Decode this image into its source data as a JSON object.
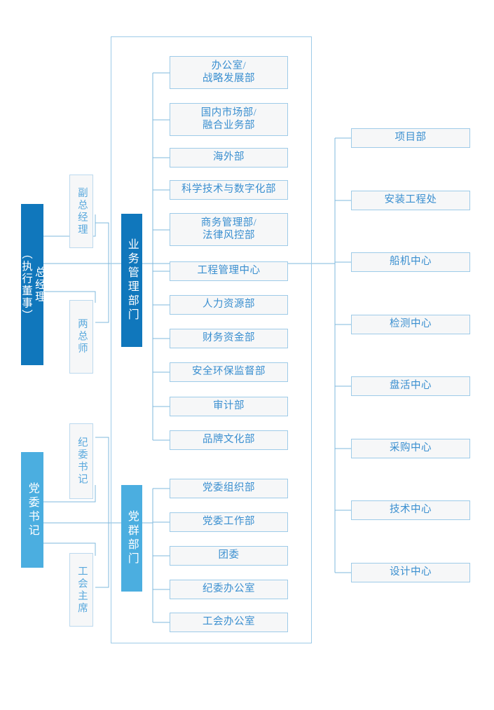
{
  "diagram": {
    "title": "组织架构图",
    "colors": {
      "banner_primary": "#1077BC",
      "banner_secondary": "#4BAEE0",
      "box_border": "#9ecbe8",
      "box_fill": "#f6f7f8",
      "text_blue": "#3a8fd0",
      "line": "#7fb9de"
    }
  },
  "executive": {
    "label": "总经理\n（执行董事）"
  },
  "party_secretary": {
    "label": "党委书记"
  },
  "officers": [
    {
      "label": "副总经理"
    },
    {
      "label": "两总师"
    },
    {
      "label": "纪委书记"
    },
    {
      "label": "工会主席"
    }
  ],
  "groups": [
    {
      "label": "业务管理部门"
    },
    {
      "label": "党群部门"
    }
  ],
  "business_departments": [
    {
      "label": "办公室/\n战略发展部"
    },
    {
      "label": "国内市场部/\n融合业务部"
    },
    {
      "label": "海外部"
    },
    {
      "label": "科学技术与数字化部"
    },
    {
      "label": "商务管理部/\n法律风控部"
    },
    {
      "label": "工程管理中心"
    },
    {
      "label": "人力资源部"
    },
    {
      "label": "财务资金部"
    },
    {
      "label": "安全环保监督部"
    },
    {
      "label": "审计部"
    },
    {
      "label": "品牌文化部"
    }
  ],
  "party_departments": [
    {
      "label": "党委组织部"
    },
    {
      "label": "党委工作部"
    },
    {
      "label": "团委"
    },
    {
      "label": "纪委办公室"
    },
    {
      "label": "工会办公室"
    }
  ],
  "operating_units": [
    {
      "label": "项目部"
    },
    {
      "label": "安装工程处"
    },
    {
      "label": "船机中心"
    },
    {
      "label": "检测中心"
    },
    {
      "label": "盘活中心"
    },
    {
      "label": "采购中心"
    },
    {
      "label": "技术中心"
    },
    {
      "label": "设计中心"
    }
  ]
}
